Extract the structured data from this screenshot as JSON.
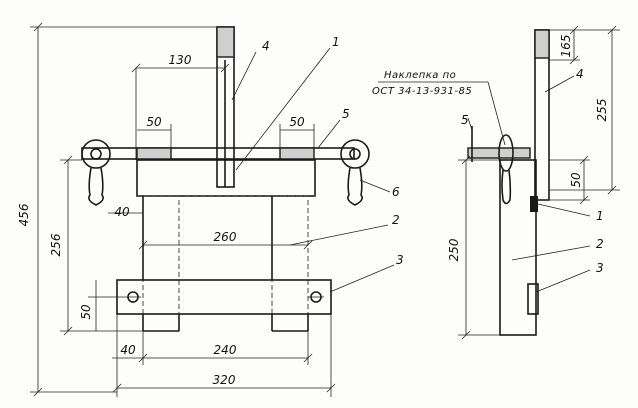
{
  "dimensions": {
    "d456": "456",
    "d256": "256",
    "d130": "130",
    "d50_left": "50",
    "d50_right": "50",
    "d40_top": "40",
    "d260": "260",
    "d50_side": "50",
    "d40_bottom": "40",
    "d240": "240",
    "d320": "320",
    "d165": "165",
    "d255": "255",
    "d250": "250",
    "d50_profile": "50"
  },
  "callouts": {
    "c1_front": "1",
    "c2_front": "2",
    "c3_front": "3",
    "c4_front": "4",
    "c5_front": "5",
    "c6_front": "6",
    "c1_side": "1",
    "c2_side": "2",
    "c3_side": "3",
    "c4_side": "4",
    "c5_side": "5"
  },
  "note": {
    "line1": "Наклепка по",
    "line2": "ОСТ 34-13-931-85"
  }
}
